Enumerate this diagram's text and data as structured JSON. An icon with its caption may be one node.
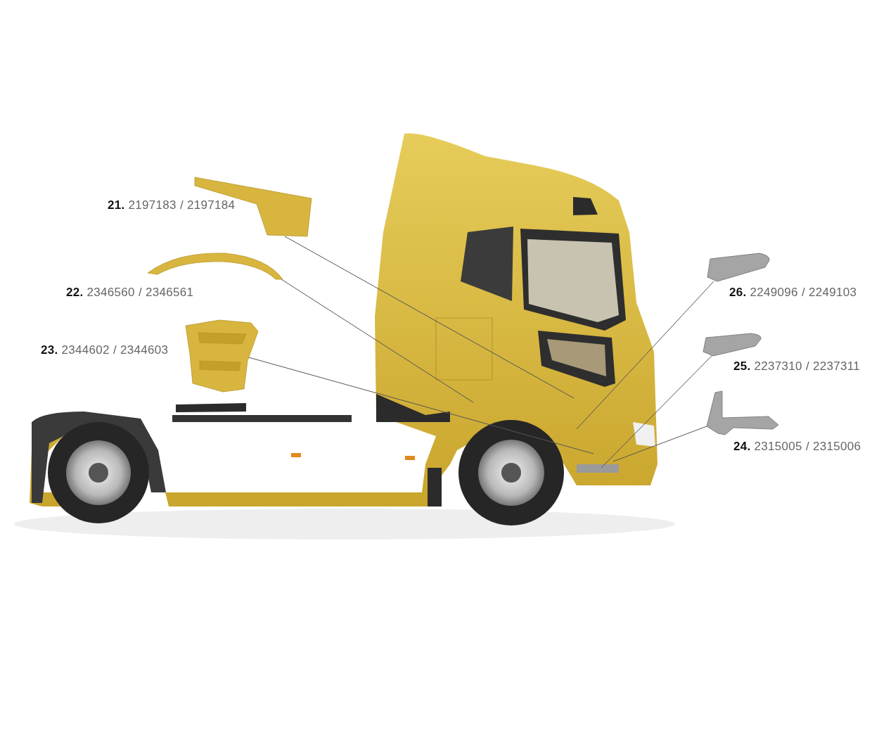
{
  "diagram": {
    "nodes": [
      {
        "text": [],
        "shape": "picture",
        "beside": [
          "**21.** 2197183 / 2197184"
        ]
      },
      {
        "text": [],
        "shape": "picture",
        "beside": [
          "**22.** 2346560 / 2346561"
        ]
      },
      {
        "text": [],
        "shape": "picture",
        "beside": [
          "**23.** 2344602 / 2344603"
        ]
      },
      {
        "text": [],
        "shape": "picture",
        "beside": [
          "**26.** 2249096 / 2249103"
        ]
      },
      {
        "text": [],
        "shape": "picture",
        "beside": [
          "**25.** 2237310 / 2237311"
        ]
      },
      {
        "text": [],
        "shape": "picture",
        "beside": [
          "**24.** 2315005 / 2315006"
        ]
      }
    ],
    "edges": [
      {
        "from": 0,
        "to": null,
        "arrow": "none"
      },
      {
        "from": 1,
        "to": null,
        "arrow": "none"
      },
      {
        "from": 2,
        "to": null,
        "arrow": "none"
      },
      {
        "from": 3,
        "to": null,
        "arrow": "none"
      },
      {
        "from": 4,
        "to": null,
        "arrow": "none"
      },
      {
        "from": 5,
        "to": null,
        "arrow": "none"
      }
    ]
  }
}
